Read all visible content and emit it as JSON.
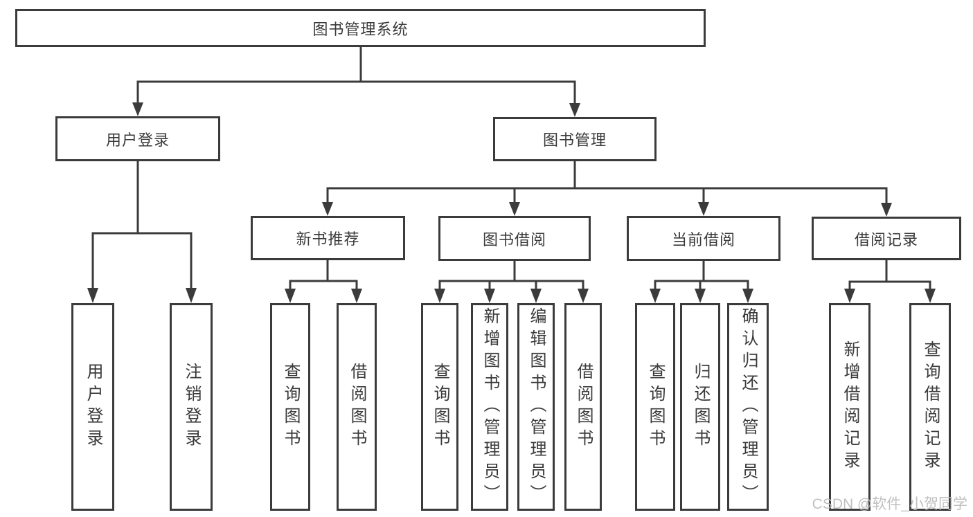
{
  "diagram_title": "图书管理系统",
  "tree": {
    "root": {
      "label": "图书管理系统"
    },
    "children": [
      {
        "label": "用户登录",
        "children": [
          {
            "label": "用户登录"
          },
          {
            "label": "注销登录"
          }
        ]
      },
      {
        "label": "图书管理",
        "children": [
          {
            "label": "新书推荐",
            "children": [
              {
                "label": "查询图书"
              },
              {
                "label": "借阅图书"
              }
            ]
          },
          {
            "label": "图书借阅",
            "children": [
              {
                "label": "查询图书"
              },
              {
                "label": "新增图书（管理员）"
              },
              {
                "label": "编辑图书（管理员）"
              },
              {
                "label": "借阅图书"
              }
            ]
          },
          {
            "label": "当前借阅",
            "children": [
              {
                "label": "查询图书"
              },
              {
                "label": "归还图书"
              },
              {
                "label": "确认归还（管理员）"
              }
            ]
          },
          {
            "label": "借阅记录",
            "children": [
              {
                "label": "新增借阅记录"
              },
              {
                "label": "查询借阅记录"
              }
            ]
          }
        ]
      }
    ]
  },
  "watermark": {
    "text": "CSDN @软件_小贺同学"
  },
  "colors": {
    "line": "#3b3b3b",
    "text": "#3a3a3a",
    "watermark": "#b9b9b9",
    "background": "#ffffff"
  }
}
